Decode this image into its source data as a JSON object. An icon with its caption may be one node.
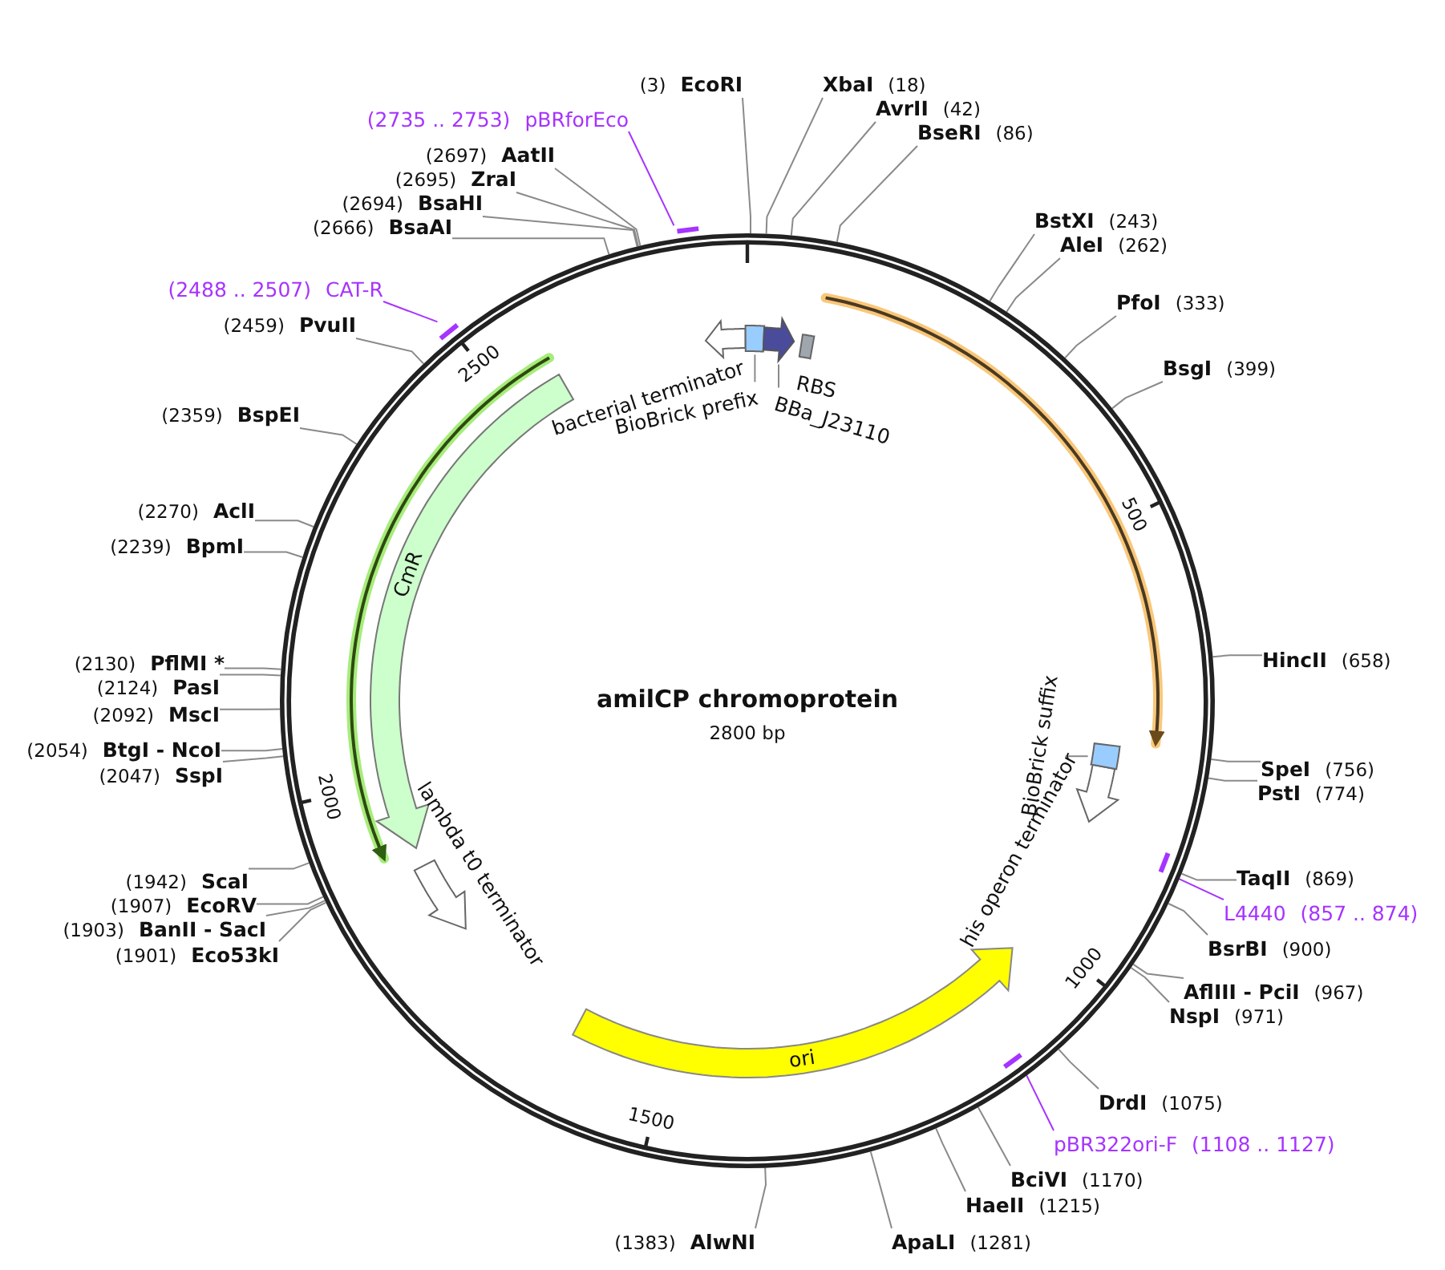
{
  "diagram": {
    "title": "amilCP chromoprotein",
    "nodes": [
      {
        "text": [],
        "shape": "circle"
      },
      {
        "text": [
          "(3)",
          "EcoRI"
        ]
      },
      {
        "text": [
          "XbaI",
          "(18)"
        ]
      },
      {
        "text": [
          "AvrII",
          "(42)"
        ]
      },
      {
        "text": [
          "BseRI",
          "(86)"
        ]
      },
      {
        "text": [
          "BstXI",
          "(243)"
        ]
      },
      {
        "text": [
          "AleI",
          "(262)"
        ]
      },
      {
        "text": [
          "PfoI",
          "(333)"
        ]
      },
      {
        "text": [
          "BsgI",
          "(399)"
        ]
      },
      {
        "text": [
          "HincII",
          "(658)"
        ]
      },
      {
        "text": [
          "SpeI",
          "(756)"
        ]
      },
      {
        "text": [
          "PstI",
          "(774)"
        ]
      },
      {
        "text": [
          "TaqII",
          "(869)"
        ]
      },
      {
        "text": [
          "L4440",
          "(857 .. 874)"
        ]
      },
      {
        "text": [
          "BsrBI",
          "(900)"
        ]
      },
      {
        "text": [
          "AflIII - PciI",
          "(967)"
        ]
      },
      {
        "text": [
          "NspI",
          "(971)"
        ]
      },
      {
        "text": [
          "DrdI",
          "(1075)"
        ]
      },
      {
        "text": [
          "pBR322ori-F",
          "(1108 .. 1127)"
        ]
      },
      {
        "text": [
          "BciVI",
          "(1170)"
        ]
      },
      {
        "text": [
          "HaeII",
          "(1215)"
        ]
      },
      {
        "text": [
          "ApaLI",
          "(1281)"
        ]
      },
      {
        "text": [
          "(1383)",
          "AlwNI"
        ]
      },
      {
        "text": [
          "(1901)",
          "Eco53kI"
        ]
      },
      {
        "text": [
          "(1903)",
          "BanII - SacI"
        ]
      },
      {
        "text": [
          "(1907)",
          "EcoRV"
        ]
      },
      {
        "text": [
          "(1942)",
          "ScaI"
        ]
      },
      {
        "text": [
          "(2047)",
          "SspI"
        ]
      },
      {
        "text": [
          "(2054)",
          "BtgI - NcoI"
        ]
      },
      {
        "text": [
          "(2092)",
          "MscI"
        ]
      },
      {
        "text": [
          "(2124)",
          "PasI"
        ]
      },
      {
        "text": [
          "(2130)",
          "PflMI *"
        ]
      },
      {
        "text": [
          "(2239)",
          "BpmI"
        ]
      },
      {
        "text": [
          "(2270)",
          "AclI"
        ]
      },
      {
        "text": [
          "(2359)",
          "BspEI"
        ]
      },
      {
        "text": [
          "(2459)",
          "PvuII"
        ]
      },
      {
        "text": [
          "(2488 .. 2507)",
          "CAT-R"
        ]
      },
      {
        "text": [
          "(2666)",
          "BsaAI"
        ]
      },
      {
        "text": [
          "(2694)",
          "BsaHI"
        ]
      },
      {
        "text": [
          "(2695)",
          "ZraI"
        ]
      },
      {
        "text": [
          "(2697)",
          "AatII"
        ]
      },
      {
        "text": [
          "(2735 .. 2753)",
          "pBRforEco"
        ]
      },
      {
        "text": [],
        "shape": "bar",
        "in": 0
      },
      {
        "text": [],
        "shape": "bar",
        "in": 0
      },
      {
        "text": [],
        "shape": "bar"
      },
      {
        "text": [],
        "shape": "bar"
      },
      {
        "text": [],
        "shape": "arrow",
        "in": 0
      },
      {
        "text": [],
        "shape": "arrow",
        "in": 0
      },
      {
        "text": [
          "CmR"
        ],
        "in": 0
      },
      {
        "text": [
          "lambda t0 terminator"
        ],
        "in": 0
      },
      {
        "text": [
          "ori"
        ],
        "in": 0
      },
      {
        "text": [
          "his operon terminator"
        ],
        "in": 0
      },
      {
        "text": [],
        "shape": "box",
        "in": 0
      },
      {
        "text": [
          "BioBrick suffix"
        ],
        "in": 0
      },
      {
        "text": [
          "bacterial terminator"
        ],
        "in": 0
      },
      {
        "text": [],
        "shape": "box",
        "in": 0
      },
      {
        "text": [
          "BioBrick prefix"
        ],
        "in": 0
      },
      {
        "text": [],
        "shape": "arrow",
        "in": 0
      },
      {
        "text": [
          "BBa_J23110"
        ],
        "in": 0
      },
      {
        "text": [
          "RBS"
        ],
        "in": 0
      }
    ],
    "edges": [
      {
        "from": 1,
        "to": 0,
        "arrow": "none"
      },
      {
        "from": 2,
        "to": 0,
        "arrow": "none"
      },
      {
        "from": 3,
        "to": 0,
        "arrow": "none"
      },
      {
        "from": 4,
        "to": 0,
        "arrow": "none"
      },
      {
        "from": 5,
        "to": 0,
        "arrow": "none"
      },
      {
        "from": 6,
        "to": 0,
        "arrow": "none"
      },
      {
        "from": 7,
        "to": 0,
        "arrow": "none"
      },
      {
        "from": 8,
        "to": 0,
        "arrow": "none"
      },
      {
        "from": 9,
        "to": 0,
        "arrow": "none"
      },
      {
        "from": 10,
        "to": 0,
        "arrow": "none"
      },
      {
        "from": 11,
        "to": 0,
        "arrow": "none"
      },
      {
        "from": 12,
        "to": 0,
        "arrow": "none"
      },
      {
        "from": 13,
        "to": 42,
        "arrow": "none",
        "color": "#a633ff"
      },
      {
        "from": 14,
        "to": 0,
        "arrow": "none"
      },
      {
        "from": 15,
        "to": 0,
        "arrow": "none"
      },
      {
        "from": 16,
        "to": 0,
        "arrow": "none"
      },
      {
        "from": 17,
        "to": 0,
        "arrow": "none"
      },
      {
        "from": 18,
        "to": 43,
        "arrow": "none",
        "color": "#a633ff"
      },
      {
        "from": 19,
        "to": 0,
        "arrow": "none"
      },
      {
        "from": 20,
        "to": 0,
        "arrow": "none"
      },
      {
        "from": 21,
        "to": 0,
        "arrow": "none"
      },
      {
        "from": 22,
        "to": 0,
        "arrow": "none"
      },
      {
        "from": 23,
        "to": 0,
        "arrow": "none"
      },
      {
        "from": 24,
        "to": 0,
        "arrow": "none"
      },
      {
        "from": 25,
        "to": 0,
        "arrow": "none"
      },
      {
        "from": 26,
        "to": 0,
        "arrow": "none"
      },
      {
        "from": 27,
        "to": 0,
        "arrow": "none"
      },
      {
        "from": 28,
        "to": 0,
        "arrow": "none"
      },
      {
        "from": 29,
        "to": 0,
        "arrow": "none"
      },
      {
        "from": 30,
        "to": 0,
        "arrow": "none"
      },
      {
        "from": 31,
        "to": 0,
        "arrow": "none"
      },
      {
        "from": 32,
        "to": 0,
        "arrow": "none"
      },
      {
        "from": 33,
        "to": 0,
        "arrow": "none"
      },
      {
        "from": 34,
        "to": 0,
        "arrow": "none"
      },
      {
        "from": 35,
        "to": 0,
        "arrow": "none"
      },
      {
        "from": 36,
        "to": 44,
        "arrow": "none",
        "color": "#a633ff"
      },
      {
        "from": 37,
        "to": 0,
        "arrow": "none"
      },
      {
        "from": 38,
        "to": 0,
        "arrow": "none"
      },
      {
        "from": 39,
        "to": 0,
        "arrow": "none"
      },
      {
        "from": 40,
        "to": 0,
        "arrow": "none"
      },
      {
        "from": 41,
        "to": 45,
        "arrow": "none",
        "color": "#a633ff"
      },
      {
        "from": 53,
        "to": 52,
        "arrow": "none"
      },
      {
        "from": 56,
        "to": 55,
        "arrow": "none"
      },
      {
        "from": 58,
        "to": 57,
        "arrow": "none"
      }
    ],
    "labels": [
      "2800 bp",
      "500",
      "1000",
      "1500",
      "2000",
      "2500"
    ]
  }
}
